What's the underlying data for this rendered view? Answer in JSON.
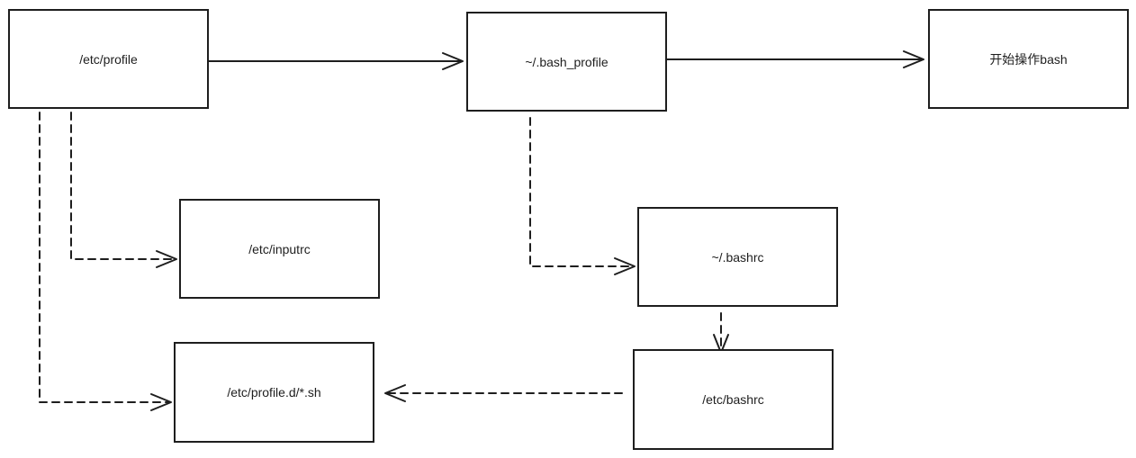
{
  "nodes": {
    "etc_profile": "/etc/profile",
    "bash_profile": "~/.bash_profile",
    "start_bash": "开始操作bash",
    "etc_inputrc": "/etc/inputrc",
    "bashrc_home": "~/.bashrc",
    "etc_profile_d": "/etc/profile.d/*.sh",
    "etc_bashrc": "/etc/bashrc"
  },
  "edges": [
    {
      "from": "etc_profile",
      "to": "bash_profile",
      "style": "solid"
    },
    {
      "from": "bash_profile",
      "to": "start_bash",
      "style": "solid"
    },
    {
      "from": "etc_profile",
      "to": "etc_inputrc",
      "style": "dashed"
    },
    {
      "from": "etc_profile",
      "to": "etc_profile_d",
      "style": "dashed"
    },
    {
      "from": "bash_profile",
      "to": "bashrc_home",
      "style": "dashed"
    },
    {
      "from": "bashrc_home",
      "to": "etc_bashrc",
      "style": "dashed"
    },
    {
      "from": "etc_bashrc",
      "to": "etc_profile_d",
      "style": "dashed"
    }
  ]
}
